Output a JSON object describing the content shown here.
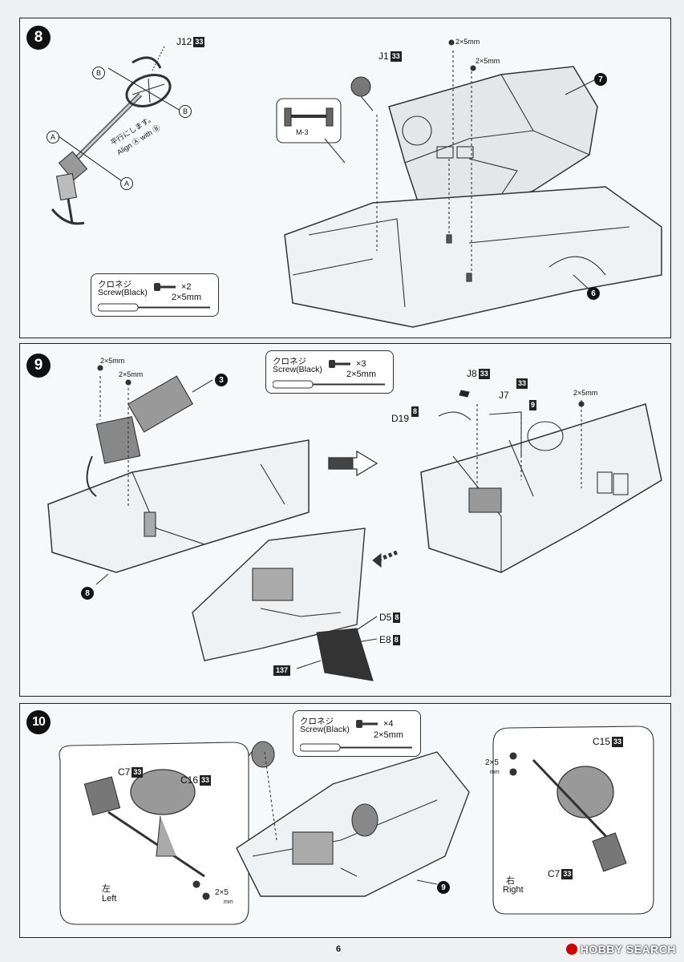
{
  "page": {
    "number": "6"
  },
  "watermark": {
    "text": "HOBBY SEARCH"
  },
  "step8": {
    "number": "8",
    "labels": {
      "j12": "J12",
      "j12_tag": "33",
      "j1": "J1",
      "j1_tag": "33",
      "m3": "M-3",
      "screw_top": "2×5mm",
      "screw_mid": "2×5mm",
      "part7": "7",
      "part6": "6",
      "align_jp": "平行にします。",
      "align_en": "Align Ⓐ with Ⓑ",
      "letter_a": "A",
      "letter_b": "B"
    },
    "screw_box": {
      "jp": "クロネジ",
      "en": "Screw(Black)",
      "qty": "×2",
      "size": "2×5mm"
    }
  },
  "step9": {
    "number": "9",
    "labels": {
      "screw_a": "2×5mm",
      "screw_b": "2×5mm",
      "screw_c": "2×5mm",
      "part3": "3",
      "part8": "8",
      "j8": "J8",
      "j8_tag": "33",
      "j7": "J7",
      "j7_tag": "33",
      "d19": "D19",
      "d19_tag": "8",
      "tag9": "9",
      "d5": "D5",
      "d5_tag": "8",
      "e8": "E8",
      "e8_tag": "8",
      "tag137": "137"
    },
    "screw_box": {
      "jp": "クロネジ",
      "en": "Screw(Black)",
      "qty": "×3",
      "size": "2×5mm"
    }
  },
  "step10": {
    "number": "10",
    "labels": {
      "c7_left": "C7",
      "c7_left_tag": "33",
      "c16": "C16",
      "c16_tag": "33",
      "left_jp": "左",
      "left_en": "Left",
      "screw_left": "2×5",
      "screw_left_unit": "mm",
      "c15": "C15",
      "c15_tag": "33",
      "c7_right": "C7",
      "c7_right_tag": "33",
      "right_jp": "右",
      "right_en": "Right",
      "screw_right": "2×5",
      "screw_right_unit": "mm",
      "part9": "9"
    },
    "screw_box": {
      "jp": "クロネジ",
      "en": "Screw(Black)",
      "qty": "×4",
      "size": "2×5mm"
    }
  }
}
